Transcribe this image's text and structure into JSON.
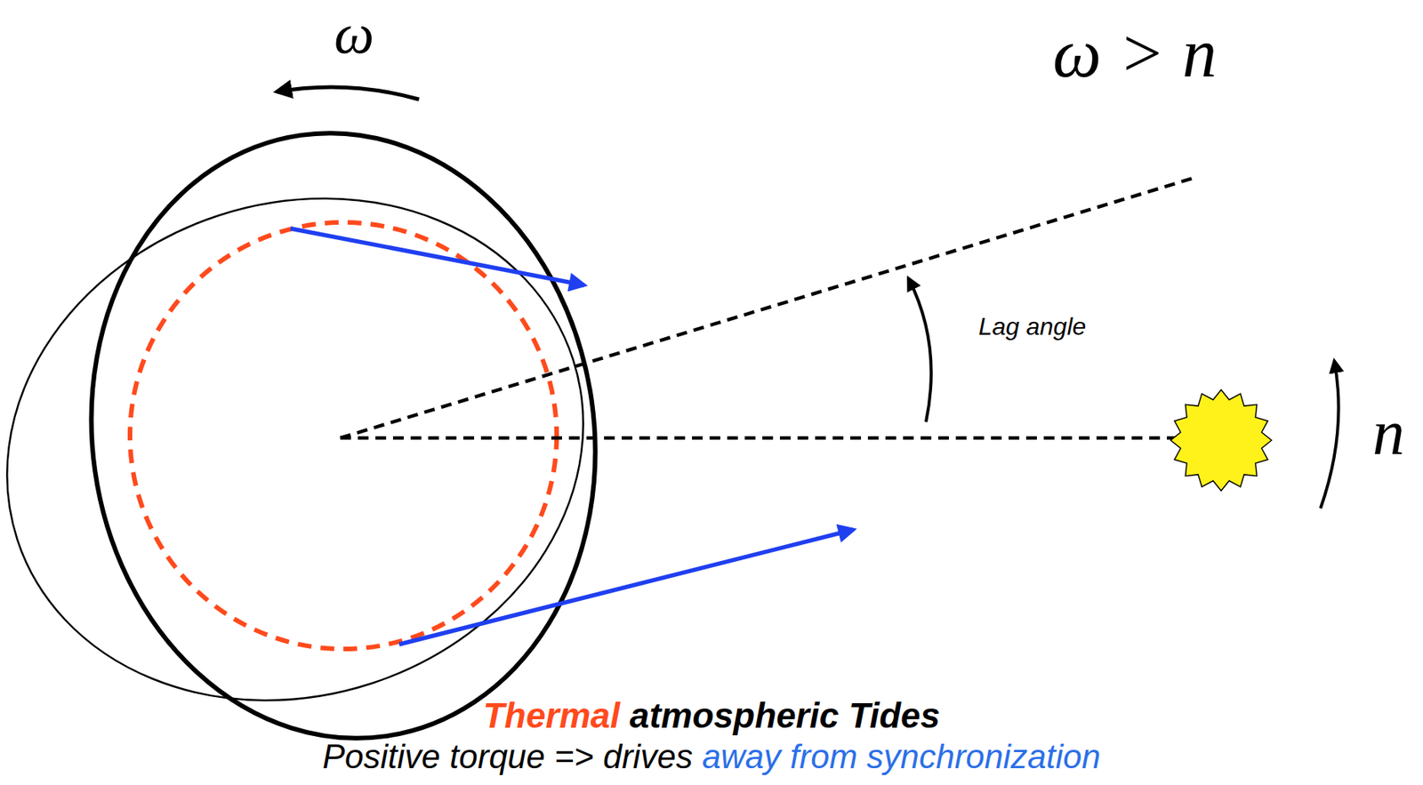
{
  "diagram": {
    "labels": [
      "ω",
      "ω > n",
      "Lag angle",
      "n",
      "Thermal",
      "atmospheric Tides",
      "Positive torque => drives",
      "away from synchronization"
    ]
  }
}
